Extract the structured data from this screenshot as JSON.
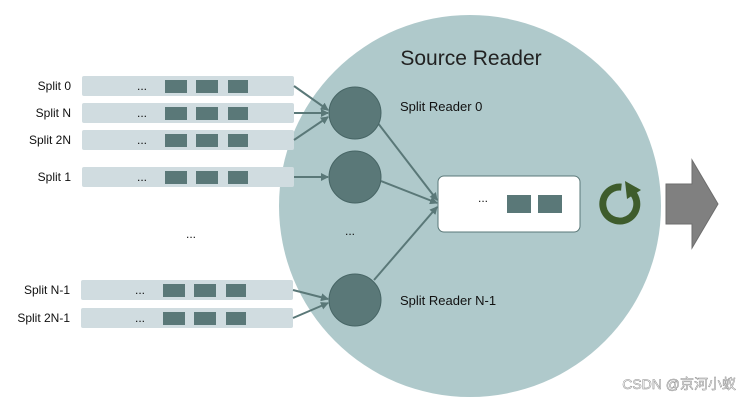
{
  "source_reader": {
    "title": "Source Reader"
  },
  "splits": [
    {
      "label": "Split 0",
      "ellipsis": "..."
    },
    {
      "label": "Split N",
      "ellipsis": "..."
    },
    {
      "label": "Split 2N",
      "ellipsis": "..."
    },
    {
      "label": "Split 1",
      "ellipsis": "..."
    },
    {
      "label": "Split N-1",
      "ellipsis": "..."
    },
    {
      "label": "Split 2N-1",
      "ellipsis": "..."
    }
  ],
  "gap_ellipsis_left": "...",
  "gap_ellipsis_center": "...",
  "readers": [
    {
      "label": "Split Reader 0"
    },
    {
      "label": ""
    },
    {
      "label": "Split Reader N-1"
    }
  ],
  "queue": {
    "ellipsis": "..."
  },
  "watermark": "CSDN @京河小蚁",
  "colors": {
    "circle_fill": "#afc9cb",
    "split_bar": "#d0dce0",
    "block": "#5a7878",
    "reader_fill": "#5a7878",
    "reader_stroke": "#476565",
    "arrow": "#5a7878",
    "loop": "#3e5c2c",
    "output_arrow": "#808080"
  }
}
